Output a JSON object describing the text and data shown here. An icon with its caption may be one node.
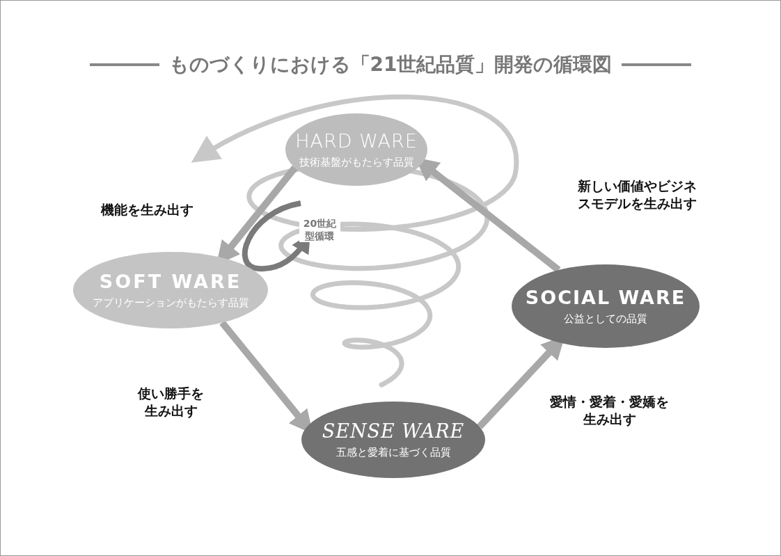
{
  "diagram": {
    "title": "ものづくりにおける「21世紀品質」開発の循環図",
    "nodes": [
      {
        "text": [
          "HARD WARE",
          "技術基盤がもたらす品質"
        ]
      },
      {
        "text": [
          "SOFT WARE",
          "アプリケーションがもたらす品質"
        ]
      },
      {
        "text": [
          "SENSE WARE",
          "五感と愛着に基づく品質"
        ]
      },
      {
        "text": [
          "SOCIAL WARE",
          "公益としての品質"
        ]
      }
    ],
    "edges": [
      {
        "from": 0,
        "to": 1,
        "arrow": "to",
        "label": "機能を生み出す"
      },
      {
        "from": 1,
        "to": 2,
        "arrow": "to",
        "label": "使い勝手を生み出す"
      },
      {
        "from": 2,
        "to": 3,
        "arrow": "to",
        "label": "愛情・愛着・愛嬌を生み出す"
      },
      {
        "from": 3,
        "to": 0,
        "arrow": "to",
        "label": "新しい価値やビジネスモデルを生み出す"
      }
    ],
    "labels": [
      "20世紀型循環"
    ]
  }
}
